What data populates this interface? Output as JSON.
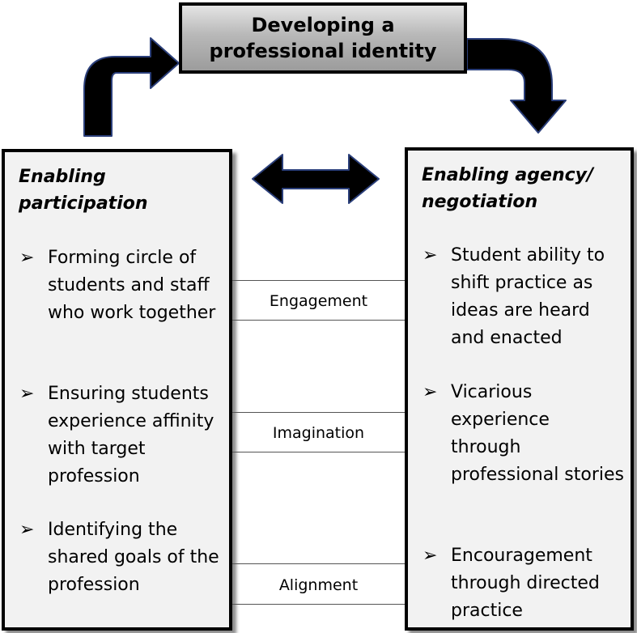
{
  "title": "Developing a professional identity",
  "left_panel": {
    "heading": "Enabling participation",
    "bullets": [
      "Forming circle of students and staff who work together",
      "Ensuring students experience affinity with target profession",
      "Identifying the shared goals of the profession"
    ]
  },
  "right_panel": {
    "heading": "Enabling agency/ negotiation",
    "bullets": [
      "Student ability to shift practice as ideas are heard and enacted",
      "Vicarious experience through professional stories",
      "Encouragement through directed practice"
    ]
  },
  "bullet_marker": "➢",
  "connections": [
    "Engagement",
    "Imagination",
    "Alignment"
  ],
  "colors": {
    "arrow_fill": "#000000",
    "arrow_outline": "#2b3f7a",
    "panel_bg": "#f2f2f2"
  }
}
